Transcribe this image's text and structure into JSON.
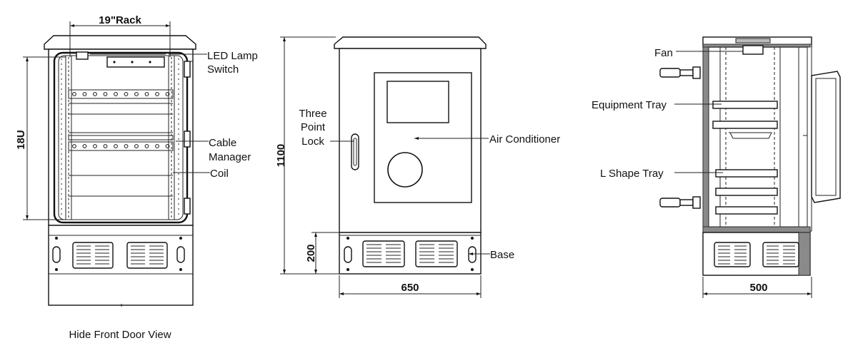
{
  "labels": {
    "rack": "19\"Rack",
    "led_lamp_1": "LED Lamp",
    "led_lamp_2": "Switch",
    "cable_1": "Cable",
    "cable_2": "Manager",
    "coil": "Coil",
    "three_1": "Three",
    "three_2": "Point",
    "three_3": "Lock",
    "air_conditioner": "Air Conditioner",
    "base": "Base",
    "fan": "Fan",
    "equipment_tray": "Equipment Tray",
    "l_shape_tray": "L Shape Tray",
    "caption": "Hide Front Door View"
  },
  "dimensions": {
    "rack_units": "18U",
    "height_total": "1100",
    "height_base": "200",
    "width_front": "650",
    "depth_side": "500"
  }
}
